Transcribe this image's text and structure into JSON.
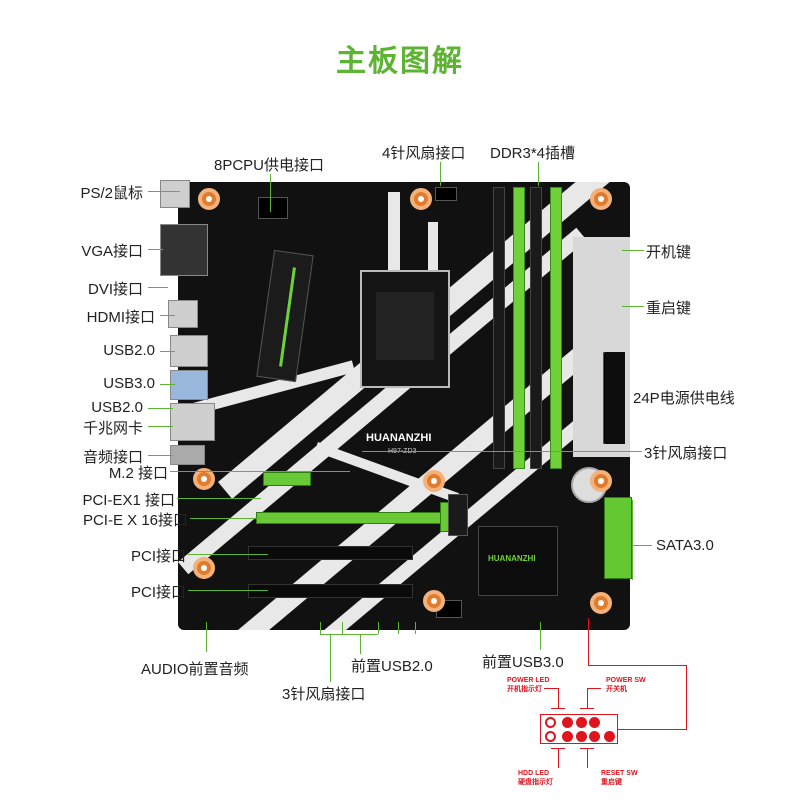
{
  "title": "主板图解",
  "board": {
    "brand": "HUANANZHI",
    "model": "H97-ZD3"
  },
  "labels": {
    "ps2": "PS/2鼠标",
    "vga": "VGA接口",
    "dvi": "DVI接口",
    "hdmi": "HDMI接口",
    "usb20_a": "USB2.0",
    "usb30": "USB3.0",
    "usb20_b": "USB2.0",
    "lan": "千兆网卡",
    "audio": "音频接口",
    "m2": "M.2 接口",
    "pciex1": "PCI-EX1 接口",
    "pciex16": "PCI-E X 16接口",
    "pci1": "PCI接口",
    "pci2": "PCI接口",
    "cpu_power": "8PCPU供电接口",
    "fan4": "4针风扇接口",
    "ddr3": "DDR3*4插槽",
    "power_btn": "开机键",
    "reset_btn": "重启键",
    "atx24": "24P电源供电线",
    "fan3_right": "3针风扇接口",
    "sata": "SATA3.0",
    "front_audio": "AUDIO前置音频",
    "front_usb20": "前置USB2.0",
    "fan3_bottom": "3针风扇接口",
    "front_usb30": "前置USB3.0"
  },
  "panel": {
    "power_led": "POWER LED",
    "power_led_cn": "开机指示灯",
    "power_sw": "POWER SW",
    "power_sw_cn": "开关机",
    "hdd_led": "HDD LED",
    "hdd_led_cn": "硬盘指示灯",
    "reset_sw": "RESET SW",
    "reset_sw_cn": "重启键"
  },
  "colors": {
    "accent": "#5db332",
    "panel": "#e0141e",
    "board": "#111111"
  }
}
